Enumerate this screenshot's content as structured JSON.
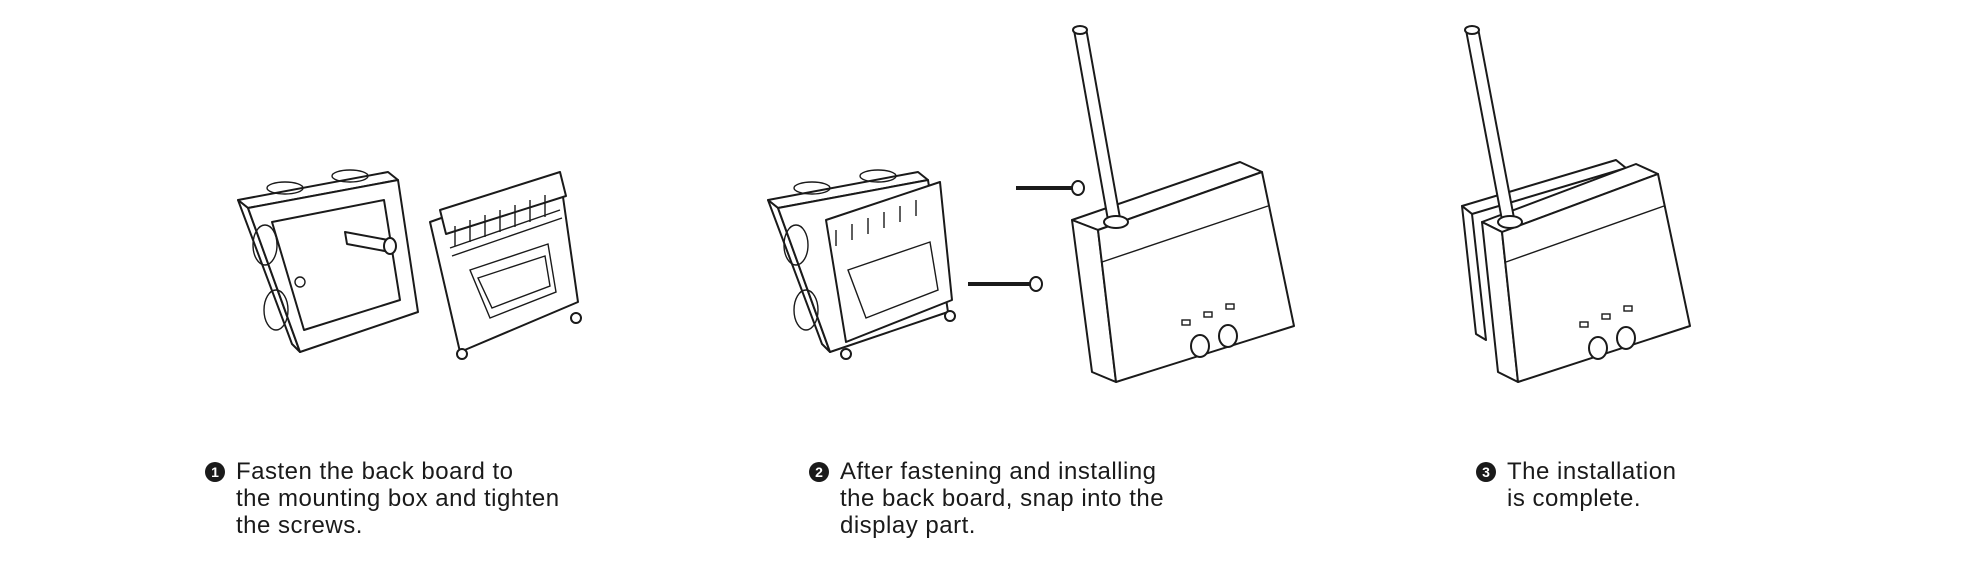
{
  "steps": [
    {
      "number": "1",
      "lines": [
        "Fasten the back board to",
        "the mounting box and tighten",
        "the screws."
      ]
    },
    {
      "number": "2",
      "lines": [
        "After fastening and installing",
        "the back board, snap into the",
        "display part."
      ]
    },
    {
      "number": "3",
      "lines": [
        "The installation",
        "is complete."
      ]
    }
  ]
}
